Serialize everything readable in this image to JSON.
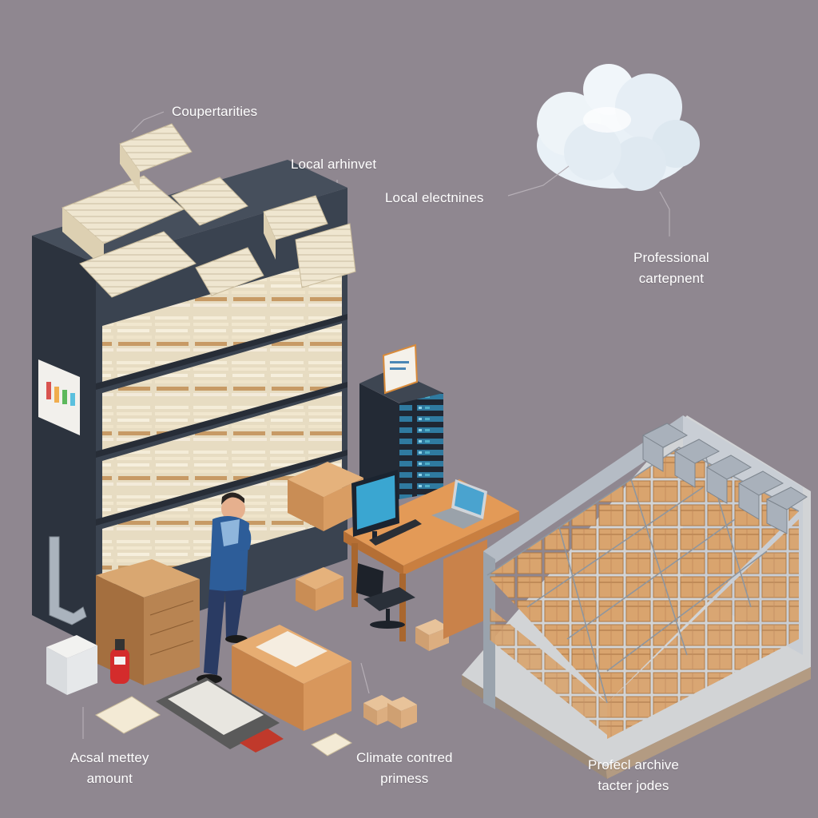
{
  "colors": {
    "background": "#8f8790",
    "shelf_dark": "#343c48",
    "paper": "#efe7d3",
    "cardboard": "#d7a06a",
    "desk": "#d18a4d",
    "cloud": "#e6eef4",
    "label_text": "#ffffff"
  },
  "labels": {
    "coupertarities": "Coupertarities",
    "local_archive": "Local arhinvet",
    "local_electronics": "Local electnines",
    "professional_line1": "Professional",
    "professional_line2": "cartepnent",
    "actual_line1": "Acsal mettey",
    "actual_line2": "amount",
    "climate_line1": "Climate contred",
    "climate_line2": "primess",
    "archive_line1": "Profecl archive",
    "archive_line2": "tacter jodes"
  },
  "icons": [
    "cloud-icon",
    "paper-stack-icon",
    "filing-cabinet-icon",
    "server-rack-icon",
    "computer-monitor-icon",
    "laptop-icon",
    "office-chair-icon",
    "person-icon",
    "fire-extinguisher-icon",
    "pipe-icon",
    "cardboard-box-icon",
    "archive-storage-icon"
  ]
}
